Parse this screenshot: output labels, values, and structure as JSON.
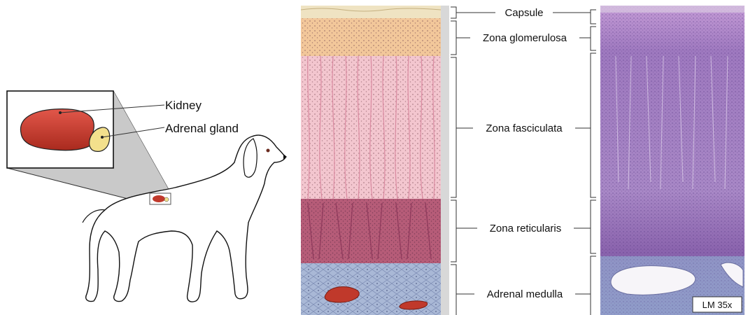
{
  "inset": {
    "kidney_label": "Kidney",
    "adrenal_label": "Adrenal gland"
  },
  "zones": [
    {
      "key": "capsule",
      "label": "Capsule"
    },
    {
      "key": "glomerulosa",
      "label": "Zona glomerulosa"
    },
    {
      "key": "fasciculata",
      "label": "Zona fasciculata"
    },
    {
      "key": "reticularis",
      "label": "Zona reticularis"
    },
    {
      "key": "medulla",
      "label": "Adrenal medulla"
    }
  ],
  "micrograph": {
    "magnification": "LM 35x"
  },
  "colors": {
    "kidney": "#c0392b",
    "adrenal": "#f3e08c",
    "capsule": "#efe3c2",
    "glomerulosa": "#f2c79a",
    "fasciculata": "#f3c6cf",
    "reticularis": "#b65c78",
    "medulla": "#a9b8d6",
    "histo_cortex": "#a884c4",
    "histo_medulla": "#8f9cc9"
  }
}
